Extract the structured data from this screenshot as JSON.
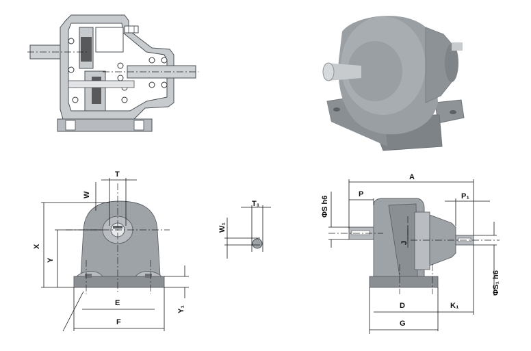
{
  "figure": {
    "front_view_labels": {
      "T": "T",
      "W": "W",
      "X": "X",
      "Y": "Y",
      "E": "E",
      "F": "F",
      "Y1": "Y₁"
    },
    "key_detail_labels": {
      "T1": "T₁",
      "W1": "W₁"
    },
    "side_view_labels": {
      "A": "A",
      "P": "P",
      "P1": "P₁",
      "S": "ΦS h6",
      "S1": "ΦS₁ h6",
      "J": "J",
      "D": "D",
      "K1": "K₁",
      "G": "G"
    }
  },
  "colors": {
    "housing": "#9ea3a8",
    "housing_render": "#8e9398",
    "line": "#111111"
  }
}
